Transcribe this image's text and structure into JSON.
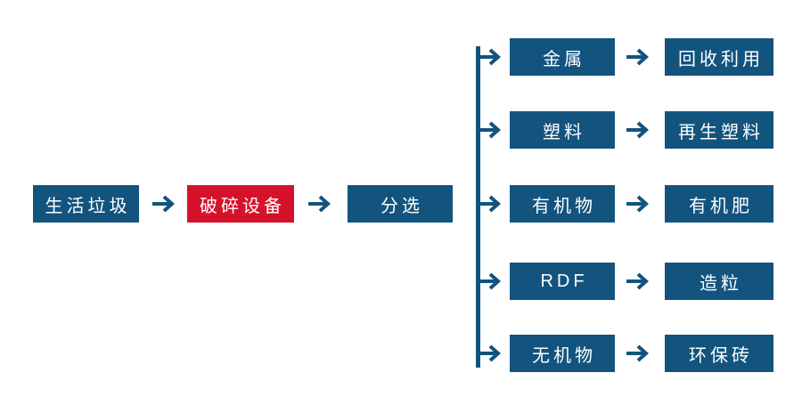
{
  "diagram": {
    "background": "#FFFFFF",
    "colors": {
      "node_blue": "#12547E",
      "node_red": "#D6122B",
      "arrow_blue": "#12547E",
      "text_white": "#FFFFFF"
    },
    "icons": {
      "arrow_right": "→"
    },
    "main_flow": [
      {
        "label": "生活垃圾",
        "style": "blue"
      },
      {
        "label": "破碎设备",
        "style": "red"
      },
      {
        "label": "分选",
        "style": "blue"
      }
    ],
    "branches": [
      {
        "material": "金属",
        "product": "回收利用"
      },
      {
        "material": "塑料",
        "product": "再生塑料"
      },
      {
        "material": "有机物",
        "product": "有机肥"
      },
      {
        "material": "RDF",
        "product": "造粒"
      },
      {
        "material": "无机物",
        "product": "环保砖"
      }
    ]
  }
}
